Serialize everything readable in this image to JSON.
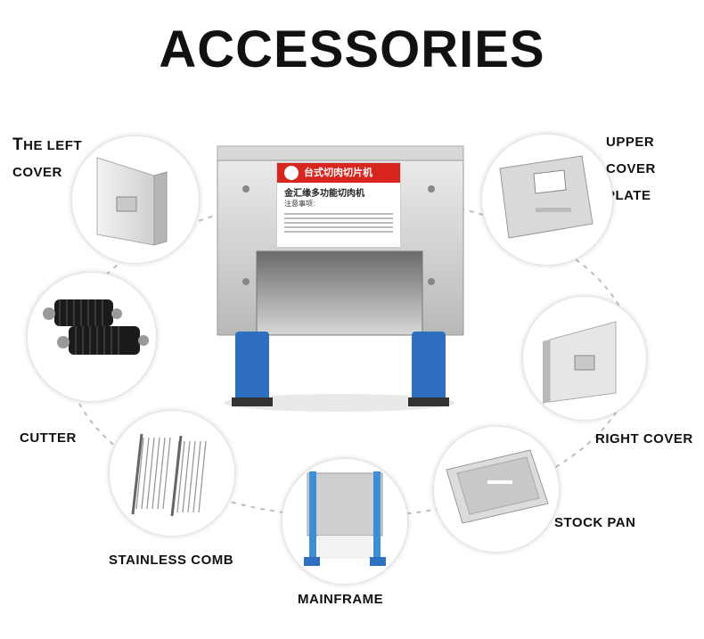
{
  "title": "ACCESSORIES",
  "labels": {
    "left_cover_l1_cap": "T",
    "left_cover_l1_rest": "HE LEFT",
    "left_cover_l2": "COVER",
    "upper_l1": "UPPER",
    "upper_l2": "COVER PLATE",
    "cutter": "CUTTER",
    "right_cover": "RIGHT COVER",
    "stainless_comb": "STAINLESS COMB",
    "stock_pan": "STOCK PAN",
    "mainframe": "MAINFRAME"
  },
  "machine_tag": {
    "header": "台式切肉切片机",
    "subtitle": "金汇缘多功能切肉机",
    "notes": "注意事项:"
  },
  "colors": {
    "steel_light": "#e4e4e4",
    "steel_dark": "#9a9a9a",
    "tag_red": "#d7261e",
    "foot_blue": "#2f6fc0"
  }
}
